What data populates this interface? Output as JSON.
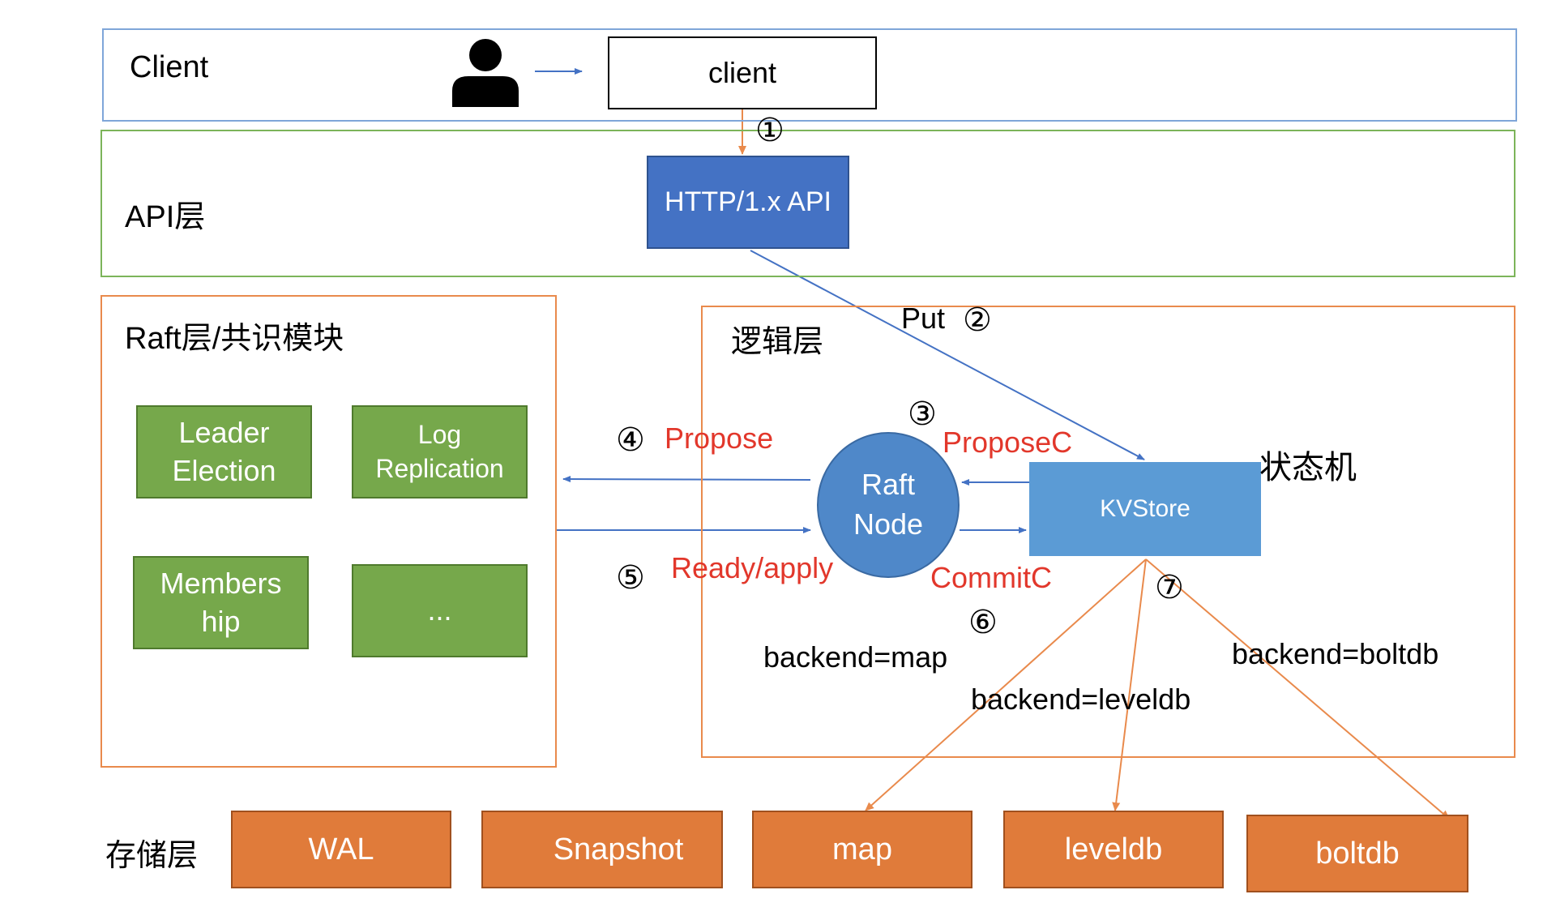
{
  "layers": {
    "client": "Client",
    "api": "API层",
    "raft": "Raft层/共识模块",
    "logic": "逻辑层",
    "storage": "存储层"
  },
  "nodes": {
    "client": "client",
    "http_api": "HTTP/1.x API",
    "raft_node": "Raft\nNode",
    "kvstore": "KVStore",
    "state_machine": "状态机"
  },
  "raft_modules": [
    "Leader\nElection",
    "Log\nReplication",
    "Members\nhip",
    "..."
  ],
  "storage_items": [
    "WAL",
    "Snapshot",
    "map",
    "leveldb",
    "boltdb"
  ],
  "steps": {
    "s1": "①",
    "s2": "②",
    "s3": "③",
    "s4": "④",
    "s5": "⑤",
    "s6": "⑥",
    "s7": "⑦"
  },
  "edge_labels": {
    "put": "Put",
    "propose": "Propose",
    "proposec": "ProposeC",
    "ready_apply": "Ready/apply",
    "commitc": "CommitC",
    "backend_map": "backend=map",
    "backend_leveldb": "backend=leveldb",
    "backend_boltdb": "backend=boltdb"
  },
  "colors": {
    "client_border": "#7fa6d9",
    "api_border": "#7cb45a",
    "orange_border": "#e98a4c",
    "api_box": "#4472c4",
    "kvstore": "#5b9bd5",
    "raft_node": "#4f88c9",
    "arrow_blue": "#4472c4",
    "arrow_orange": "#e98a4c",
    "text_red": "#e2372b"
  }
}
